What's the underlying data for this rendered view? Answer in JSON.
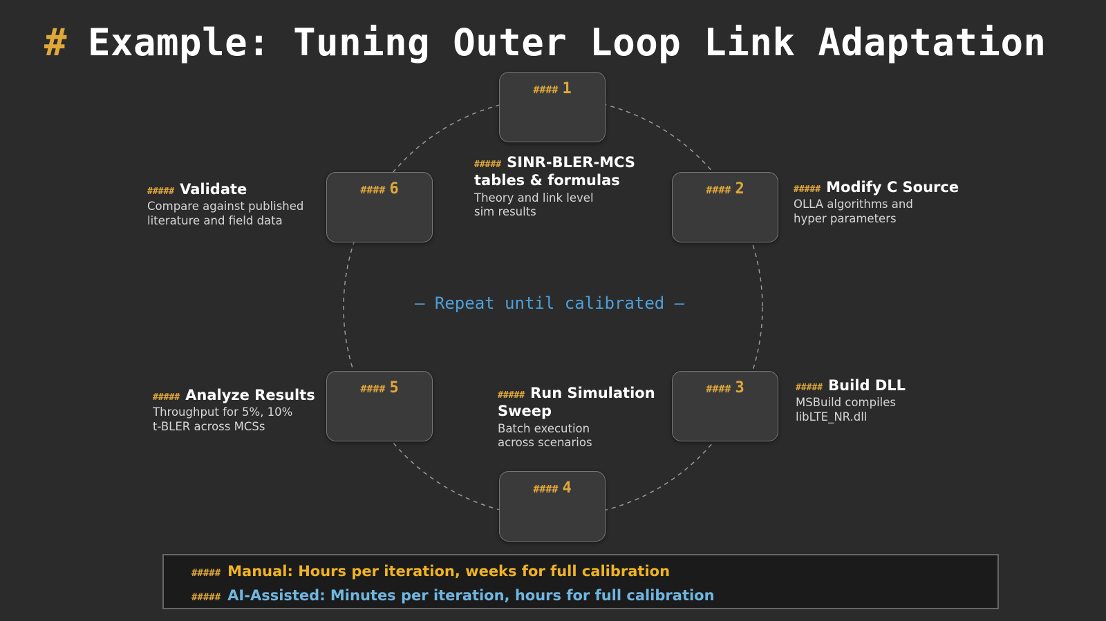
{
  "slide": {
    "title_marker": "#",
    "title": "Example: Tuning Outer Loop Link Adaptation",
    "center_text": "— Repeat until calibrated —"
  },
  "steps": [
    {
      "marker": "####",
      "number": "1",
      "desc_marker": "#####",
      "title": "SINR-BLER-MCS tables & formulas",
      "body": "Theory and link level sim results"
    },
    {
      "marker": "####",
      "number": "2",
      "desc_marker": "#####",
      "title": "Modify C Source",
      "body": "OLLA algorithms and hyper parameters"
    },
    {
      "marker": "####",
      "number": "3",
      "desc_marker": "#####",
      "title": "Build DLL",
      "body": "MSBuild compiles libLTE_NR.dll"
    },
    {
      "marker": "####",
      "number": "4",
      "desc_marker": "#####",
      "title": "Run Simulation Sweep",
      "body": "Batch execution across scenarios"
    },
    {
      "marker": "####",
      "number": "5",
      "desc_marker": "#####",
      "title": "Analyze Results",
      "body": "Throughput for 5%, 10% t-BLER across MCSs"
    },
    {
      "marker": "####",
      "number": "6",
      "desc_marker": "#####",
      "title": "Validate",
      "body": "Compare against published literature and field data"
    }
  ],
  "footer": {
    "manual": {
      "marker": "#####",
      "text": "Manual: Hours per iteration, weeks for full calibration"
    },
    "ai": {
      "marker": "#####",
      "text": "AI-Assisted: Minutes per iteration, hours for full calibration"
    }
  },
  "colors": {
    "accent": "#e0a83a",
    "center": "#4e9fd8",
    "manual": "#f0b323",
    "ai": "#6fb6e0",
    "background": "#2b2b2b"
  }
}
